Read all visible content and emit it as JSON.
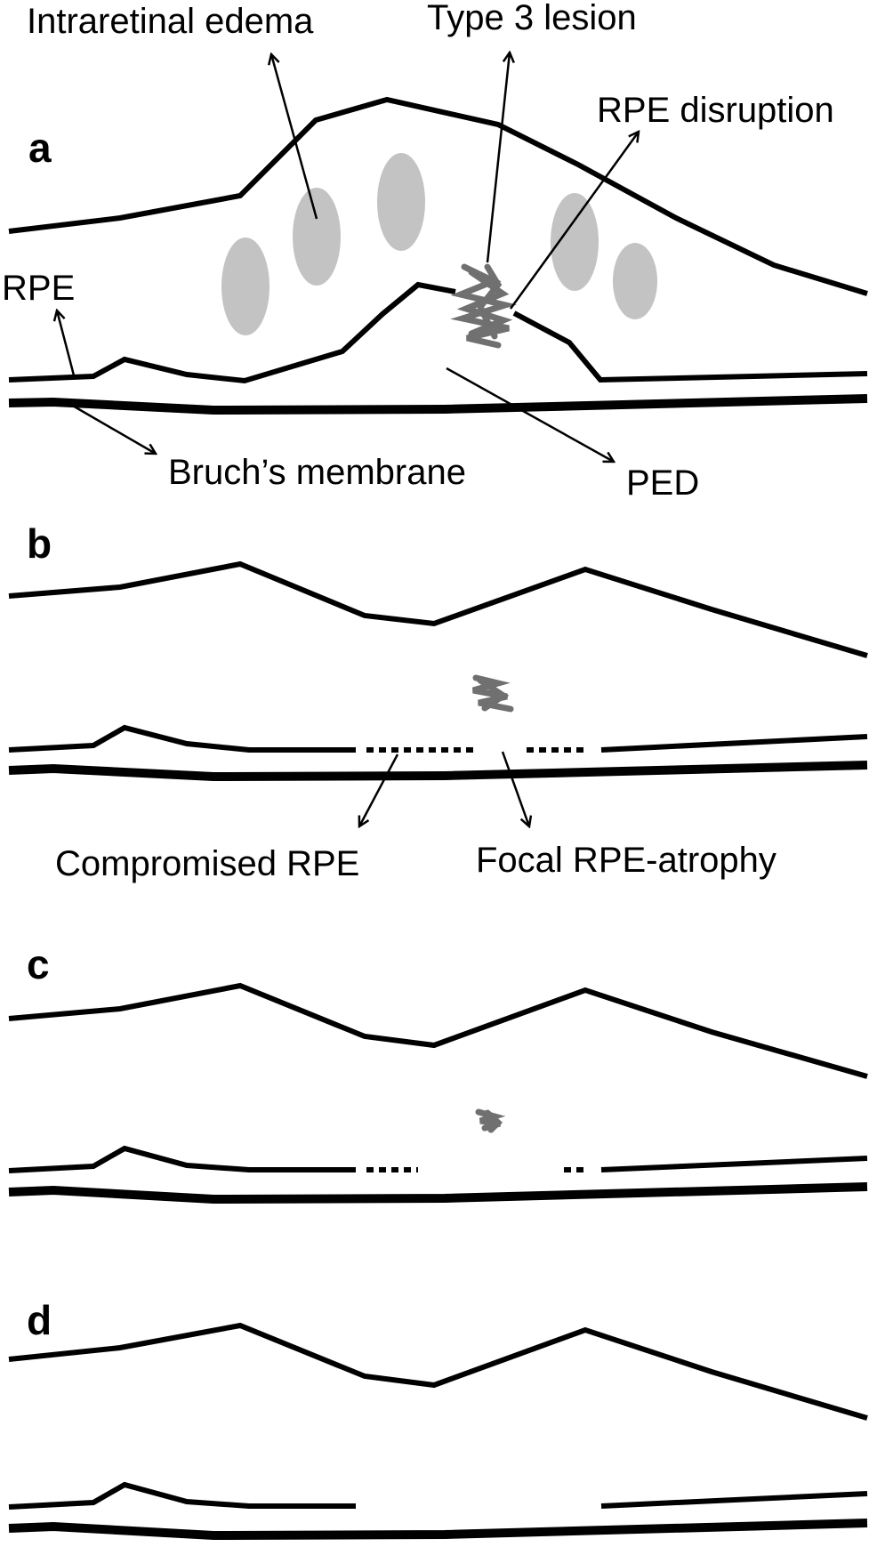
{
  "panels": {
    "a": {
      "label": "a",
      "labels": {
        "edema": "Intraretinal edema",
        "type3": "Type 3 lesion",
        "rpe_disruption": "RPE disruption",
        "rpe": "RPE",
        "bruch": "Bruch’s membrane",
        "ped": "PED"
      }
    },
    "b": {
      "label": "b",
      "labels": {
        "compromised": "Compromised RPE",
        "focal": "Focal RPE-atrophy"
      }
    },
    "c": {
      "label": "c"
    },
    "d": {
      "label": "d"
    }
  },
  "colors": {
    "line": "#000000",
    "edema": "#c3c3c3",
    "lesion": "#707070"
  }
}
